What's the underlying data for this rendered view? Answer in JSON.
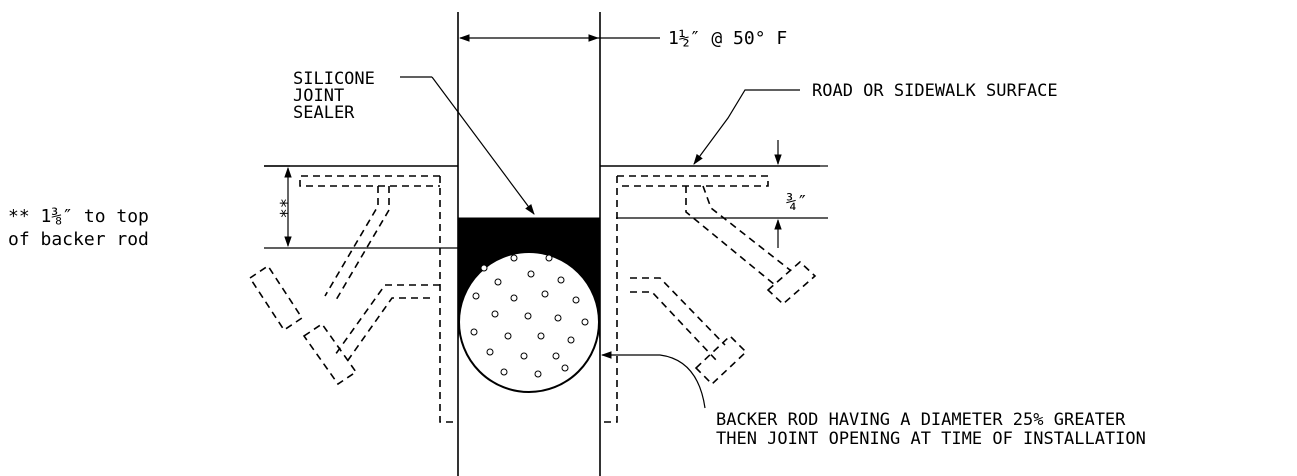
{
  "labels": {
    "joint_width": "1½″ @ 50° F",
    "sealer_line1": "SILICONE",
    "sealer_line2": "JOINT",
    "sealer_line3": "SEALER",
    "surface": "ROAD OR SIDEWALK SURFACE",
    "seal_depth": "¾″",
    "backer_depth_line1": "** 1⅜″ to top",
    "backer_depth_line2": "of backer rod",
    "star_mark": "**",
    "backer_rod_line1": "BACKER ROD HAVING A DIAMETER 25% GREATER",
    "backer_rod_line2": "THEN JOINT OPENING AT TIME OF INSTALLATION"
  }
}
